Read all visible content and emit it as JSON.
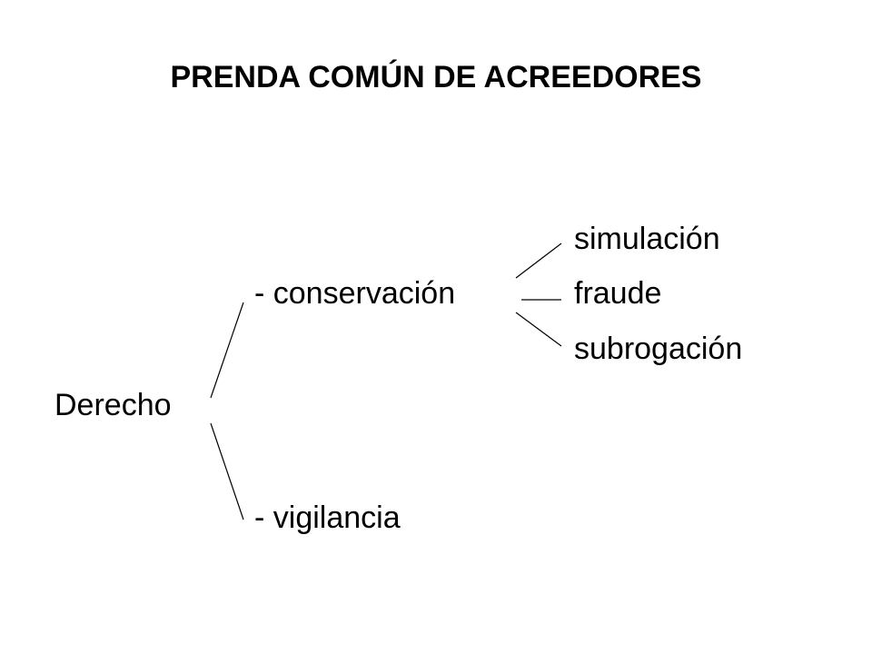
{
  "slide": {
    "title": "PRENDA COMÚN DE ACREEDORES"
  },
  "diagram": {
    "root": "Derecho",
    "branches": [
      {
        "label": "- conservación",
        "children": [
          "simulación",
          "fraude",
          "subrogación"
        ]
      },
      {
        "label": "- vigilancia",
        "children": []
      }
    ]
  }
}
